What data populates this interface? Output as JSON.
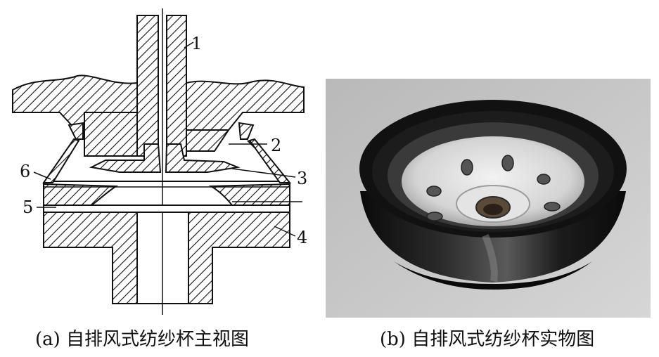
{
  "figure_a": {
    "caption": "(a) 自排风式纺纱杯主视图",
    "labels": [
      "1",
      "2",
      "3",
      "4",
      "5",
      "6"
    ]
  },
  "figure_b": {
    "caption": "(b) 自排风式纺纱杯实物图"
  },
  "colors": {
    "line": "#111111",
    "photo_background": "#c8c8c8",
    "cup_body": "#151515",
    "inner_plate": "#dcdcdc"
  }
}
